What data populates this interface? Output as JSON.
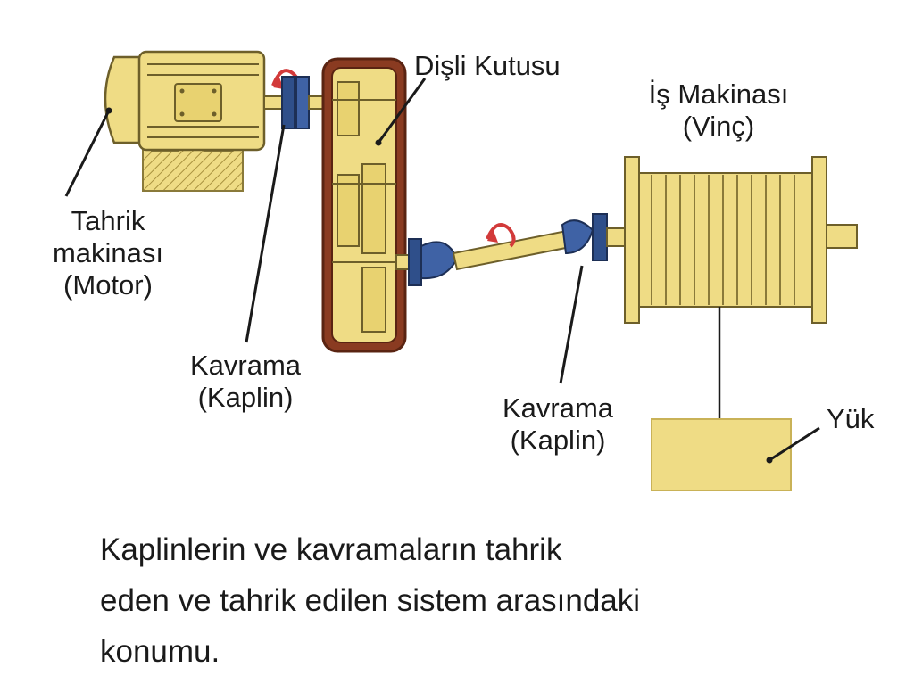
{
  "labels": {
    "gearbox": "Dişli Kutusu",
    "machine_line1": "İş Makinası",
    "machine_line2": "(Vinç)",
    "motor_line1": "Tahrik",
    "motor_line2": "makinası",
    "motor_line3": "(Motor)",
    "coupling1_line1": "Kavrama",
    "coupling1_line2": "(Kaplin)",
    "coupling2_line1": "Kavrama",
    "coupling2_line2": "(Kaplin)",
    "load": "Yük"
  },
  "caption": {
    "line1": "Kaplinlerin ve kavramaların tahrik",
    "line2": "eden ve tahrik edilen sistem arasındaki",
    "line3": "konumu."
  },
  "colors": {
    "yellow": "#efdc85",
    "yellow_dark": "#c9b257",
    "brown": "#8a3b21",
    "blue": "#2f4f8a",
    "red": "#d23a3a",
    "ink": "#1a1a1a"
  }
}
